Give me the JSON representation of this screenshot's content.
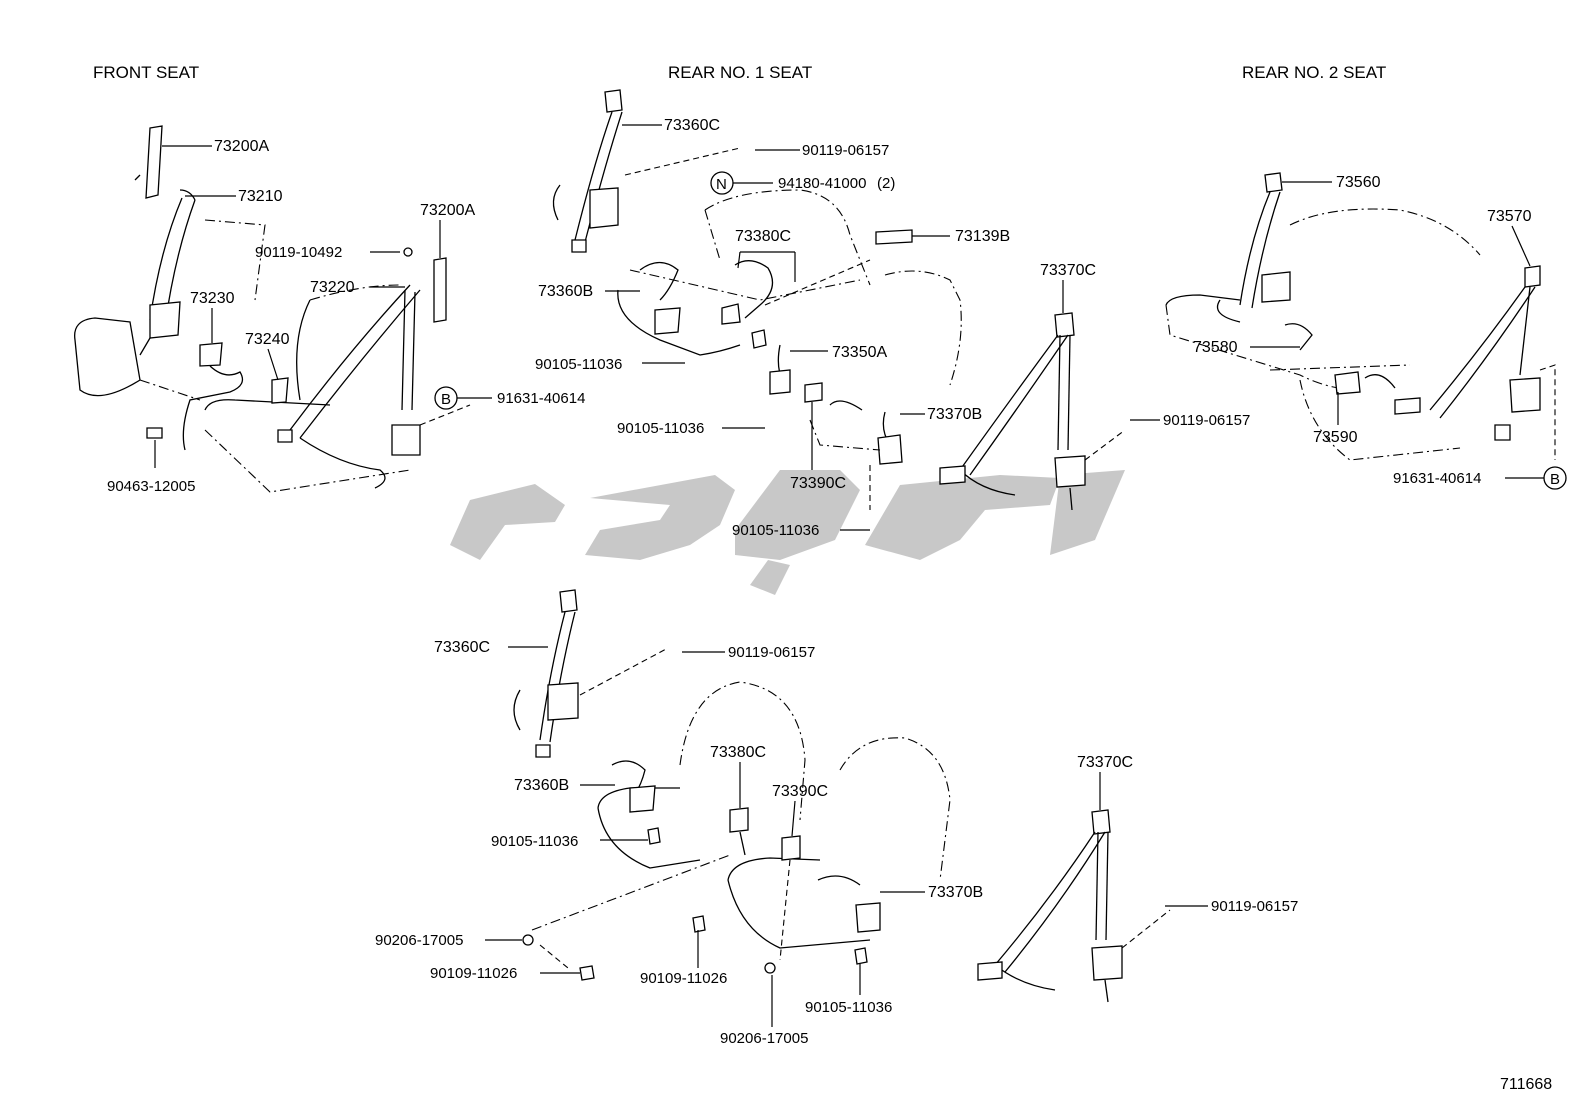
{
  "sections": {
    "front": "FRONT SEAT",
    "rear1": "REAR NO. 1 SEAT",
    "rear2": "REAR NO. 2 SEAT"
  },
  "front_labels": {
    "p73200A_top": "73200A",
    "p73210": "73210",
    "p90119_10492": "90119-10492",
    "p73200A_right": "73200A",
    "p73220": "73220",
    "p73230": "73230",
    "p73240": "73240",
    "p91631_40614": "91631-40614",
    "p90463_12005": "90463-12005",
    "b_marker": "B"
  },
  "rear1_labels": {
    "p73360C": "73360C",
    "p90119_06157": "90119-06157",
    "p94180_41000": "94180-41000",
    "p94180_qty": "(2)",
    "n_marker": "N",
    "p73380C": "73380C",
    "p73139B": "73139B",
    "p73360B": "73360B",
    "p90105_11036_a": "90105-11036",
    "p73350A": "73350A",
    "p90105_11036_b": "90105-11036",
    "p73370B": "73370B",
    "p73390C": "73390C",
    "p73370C": "73370C",
    "p90119_06157_b": "90119-06157",
    "p90105_11036_c": "90105-11036"
  },
  "rear2_labels": {
    "p73560": "73560",
    "p73570": "73570",
    "p73580": "73580",
    "p73590": "73590",
    "p91631_40614": "91631-40614",
    "b_marker": "B"
  },
  "lower_labels": {
    "p73360C": "73360C",
    "p90119_06157": "90119-06157",
    "p73380C": "73380C",
    "p73390C": "73390C",
    "p73360B": "73360B",
    "p90105_11036_a": "90105-11036",
    "p73370B": "73370B",
    "p90206_17005_a": "90206-17005",
    "p90109_11026_a": "90109-11026",
    "p90109_11026_b": "90109-11026",
    "p90105_11036_b": "90105-11036",
    "p90206_17005_b": "90206-17005",
    "p73370C": "73370C",
    "p90119_06157_b": "90119-06157"
  },
  "figure_number": "711668"
}
